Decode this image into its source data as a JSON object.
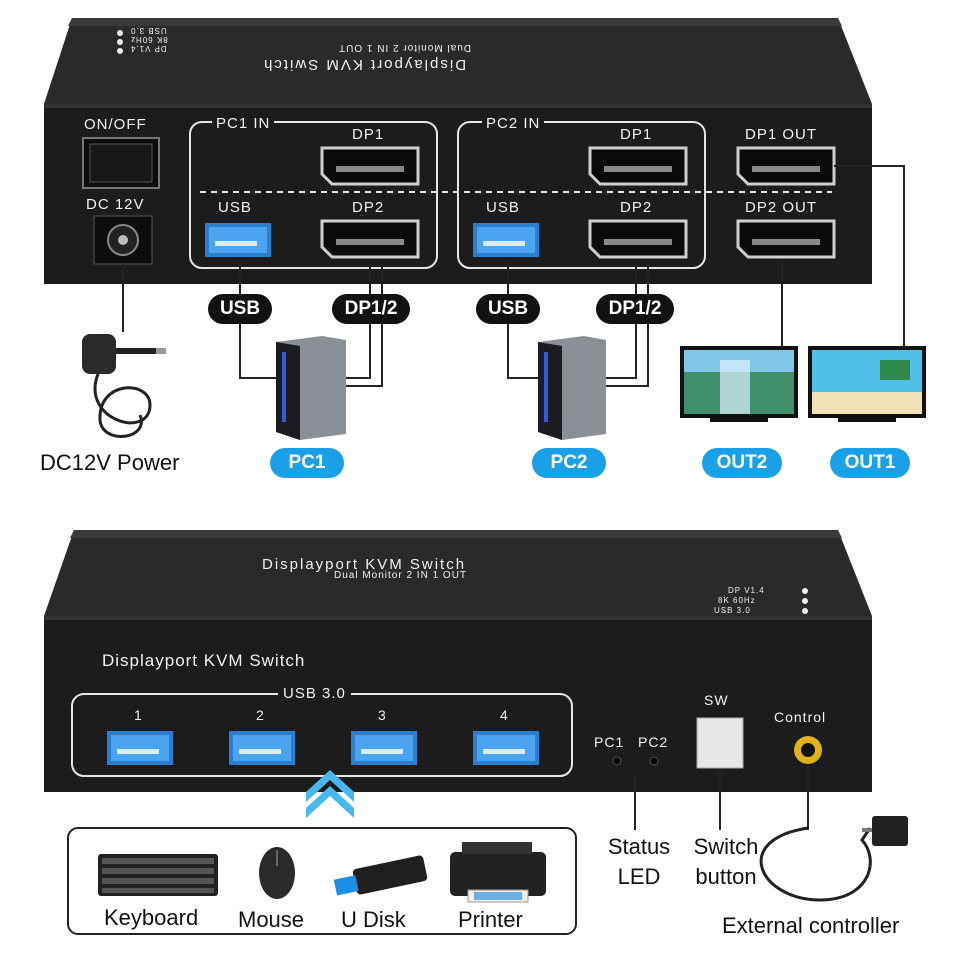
{
  "top_device": {
    "title": "Displayport KVM Switch",
    "subtitle": "Dual Monitor 2 IN 1 OUT",
    "specs": [
      "DP V1.4",
      "8K 60Hz",
      "USB 3.0"
    ],
    "power_switch_label": "ON/OFF",
    "dc_label": "DC 12V",
    "pc1_group_label": "PC1 IN",
    "pc2_group_label": "PC2 IN",
    "dp1_label": "DP1",
    "dp2_label": "DP2",
    "usb_label": "USB",
    "dp1_out_label": "DP1 OUT",
    "dp2_out_label": "DP2 OUT"
  },
  "connections": {
    "usb_tag": "USB",
    "dp_tag": "DP1/2",
    "power_caption": "DC12V Power",
    "pc1": "PC1",
    "pc2": "PC2",
    "out2": "OUT2",
    "out1": "OUT1"
  },
  "bottom_device": {
    "top_title": "Displayport KVM Switch",
    "top_subtitle": "Dual Monitor 2 IN 1 OUT",
    "specs": [
      "DP V1.4",
      "8K 60Hz",
      "USB 3.0"
    ],
    "front_title": "Displayport KVM Switch",
    "usb_group_label": "USB 3.0",
    "ports": [
      "1",
      "2",
      "3",
      "4"
    ],
    "led_pc1": "PC1",
    "led_pc2": "PC2",
    "sw_label": "SW",
    "control_label": "Control"
  },
  "legend": {
    "peripherals": [
      "Keyboard",
      "Mouse",
      "U Disk",
      "Printer"
    ],
    "status_led": "Status\nLED",
    "switch_button": "Switch\nbutton",
    "external_controller": "External controller"
  },
  "colors": {
    "panel": "#1e1e1e",
    "accent_blue": "#1aa0e6",
    "usb_blue": "#4aa4f0"
  }
}
